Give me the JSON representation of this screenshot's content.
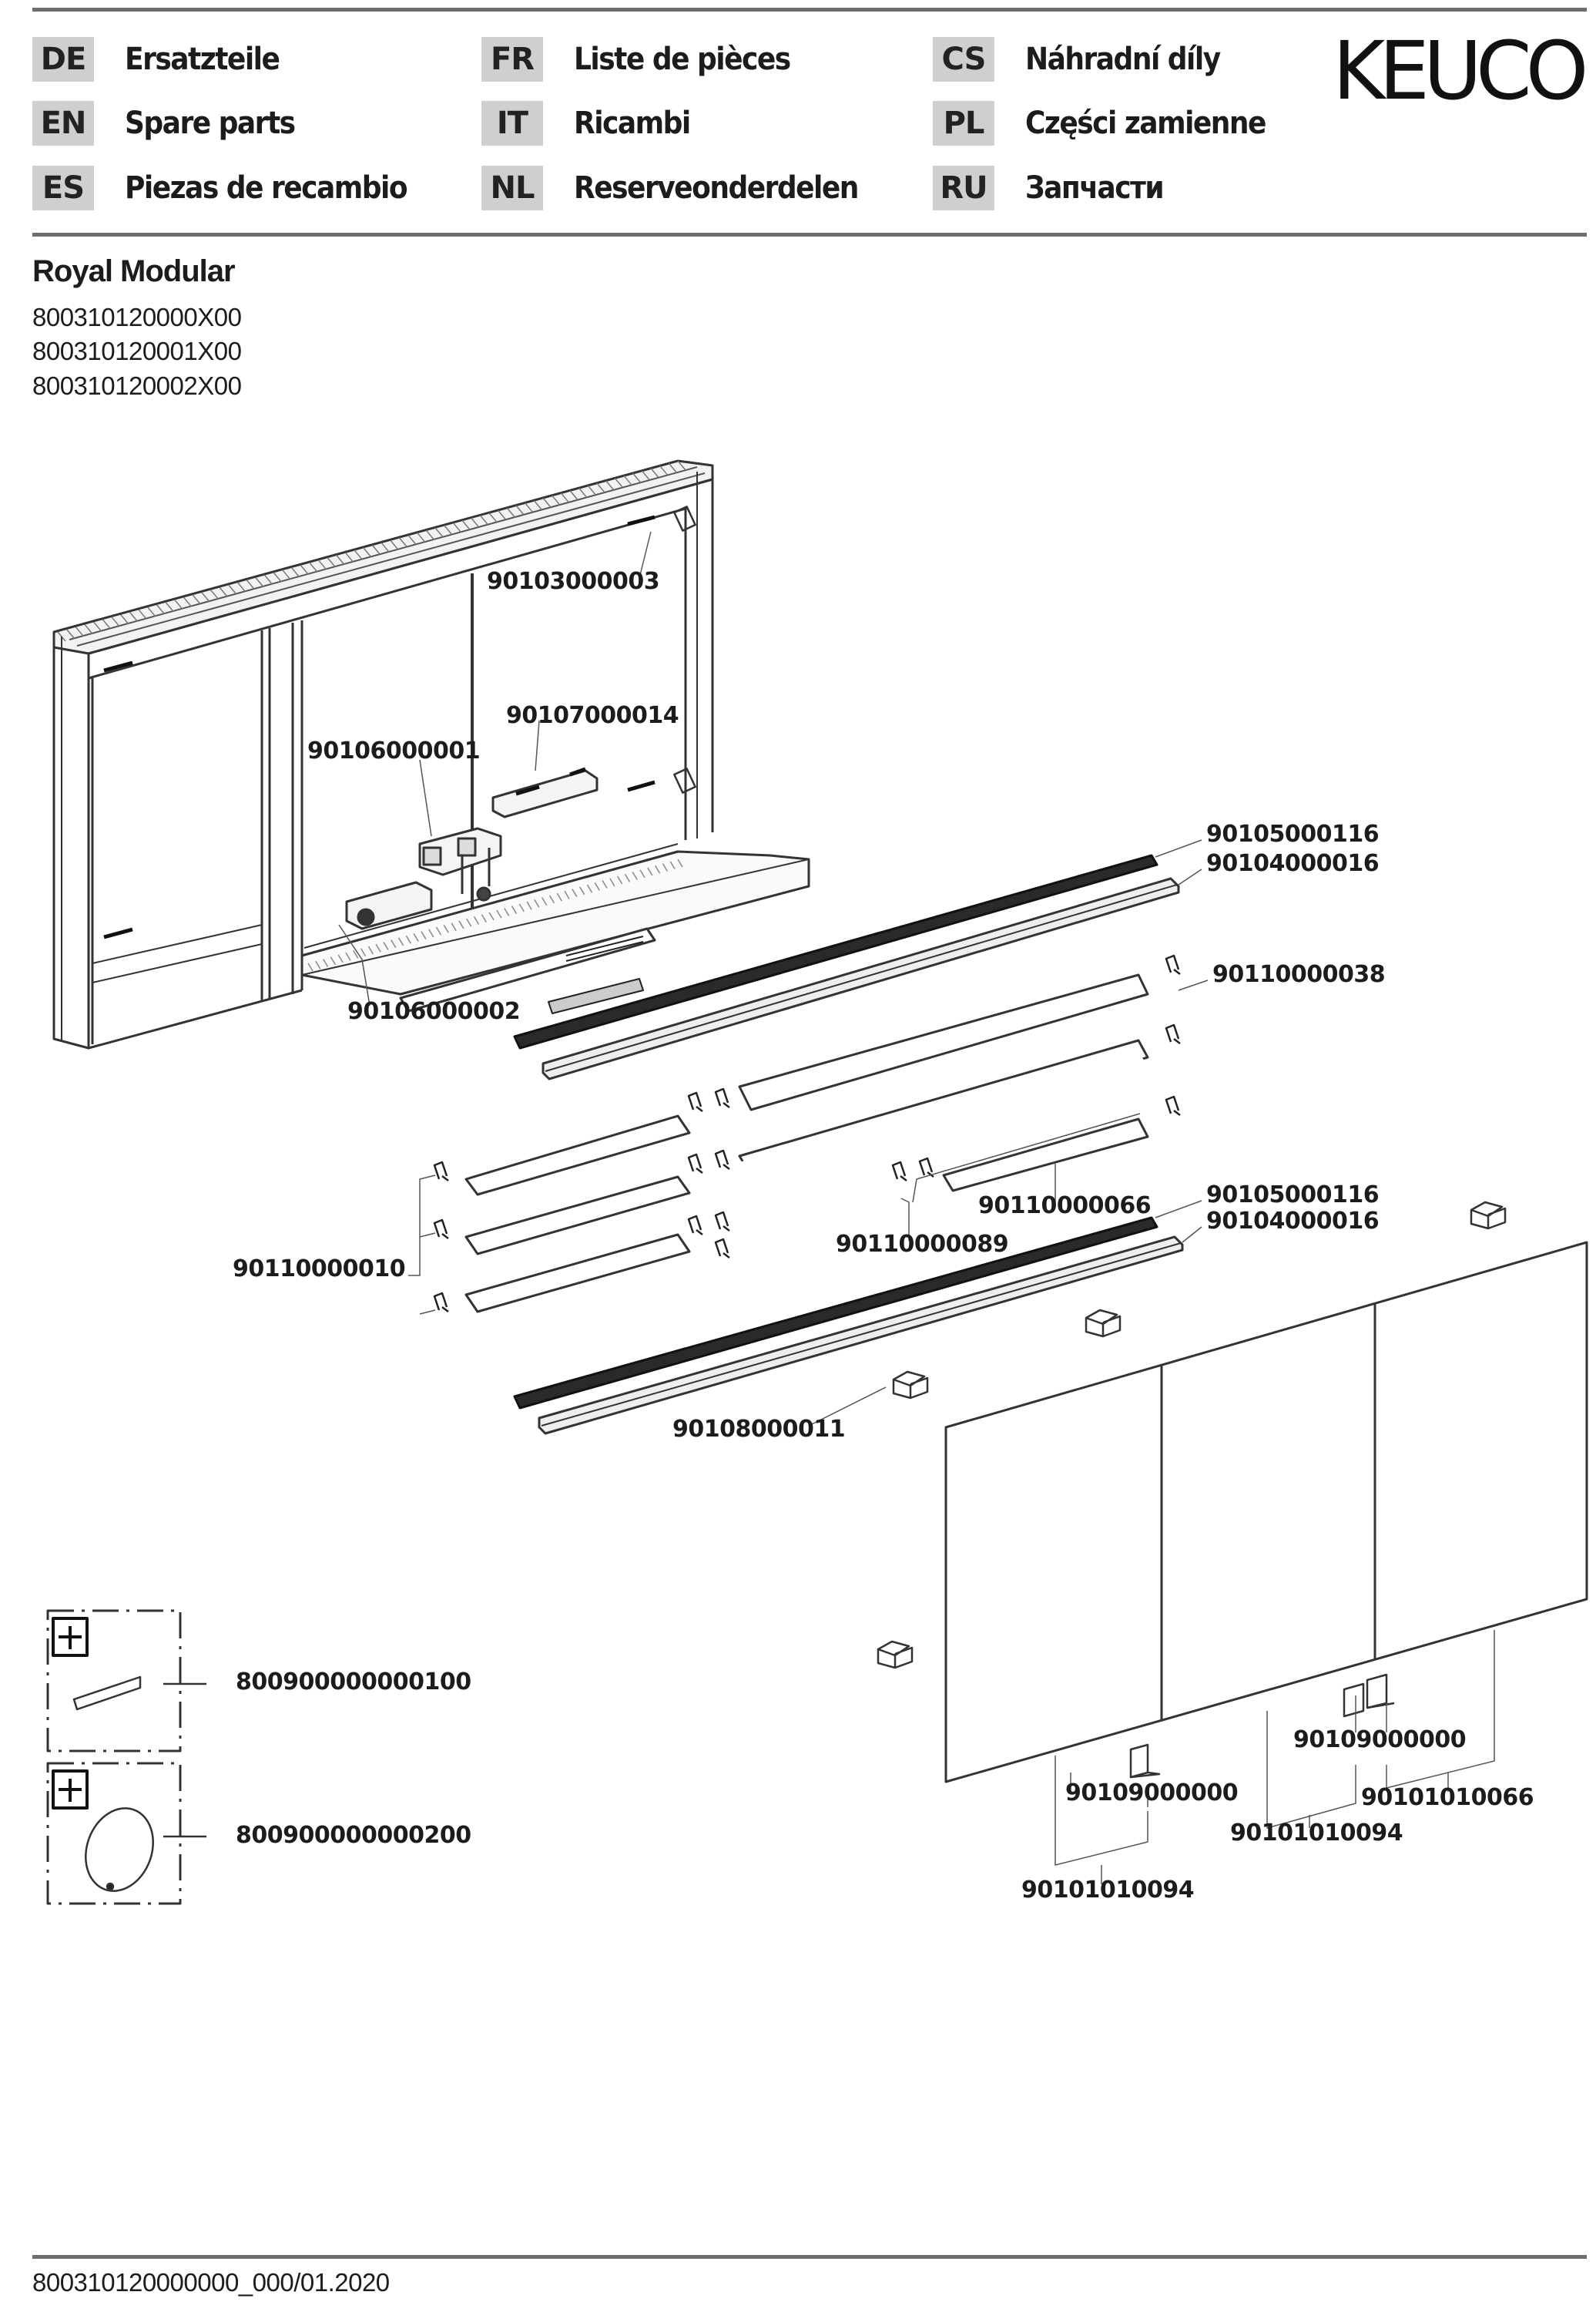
{
  "header": {
    "languages": [
      {
        "code": "DE",
        "label": "Ersatzteile"
      },
      {
        "code": "EN",
        "label": "Spare parts"
      },
      {
        "code": "ES",
        "label": "Piezas de recambio"
      },
      {
        "code": "FR",
        "label": "Liste de pièces"
      },
      {
        "code": "IT",
        "label": "Ricambi"
      },
      {
        "code": "NL",
        "label": "Reserveonderdelen"
      },
      {
        "code": "CS",
        "label": "Náhradní díly"
      },
      {
        "code": "PL",
        "label": "Części zamienne"
      },
      {
        "code": "RU",
        "label": "Запчасти"
      }
    ],
    "brand": "KEUCO"
  },
  "product": {
    "title": "Royal Modular",
    "article_numbers": [
      "800310120000X00",
      "800310120001X00",
      "800310120002X00"
    ]
  },
  "parts": {
    "cabinet_divider_clip": "90103000003",
    "light_module": "90107000014",
    "switch_unit": "90106000001",
    "socket_unit": "90106000002",
    "led_profile_top": "90105000116",
    "diffuser_profile_top": "90104000016",
    "shelf_clip_right": "90110000038",
    "glass_shelf_small": "90110000066",
    "led_profile_bottom": "90105000116",
    "diffuser_profile_bottom": "90104000016",
    "shelf_holder_pair": "90110000089",
    "shelf_clip_left": "90110000010",
    "hinge": "90108000011",
    "door_damper_right": "90109000000",
    "door_damper_left": "90109000000",
    "mirror_door_right": "90101010066",
    "mirror_door_middle": "90101010094",
    "mirror_door_left": "90101010094"
  },
  "accessories": [
    {
      "number": "800900000000100",
      "icon": "plus-icon",
      "depicts": "magnifier-bar"
    },
    {
      "number": "800900000000200",
      "icon": "plus-icon",
      "depicts": "cosmetic-mirror"
    }
  ],
  "footer": {
    "document_id": "800310120000000_000/01.2020"
  },
  "colors": {
    "rule": "#6e6e6e",
    "code_box": "#cfcfcf",
    "ink": "#1c1c1c"
  }
}
